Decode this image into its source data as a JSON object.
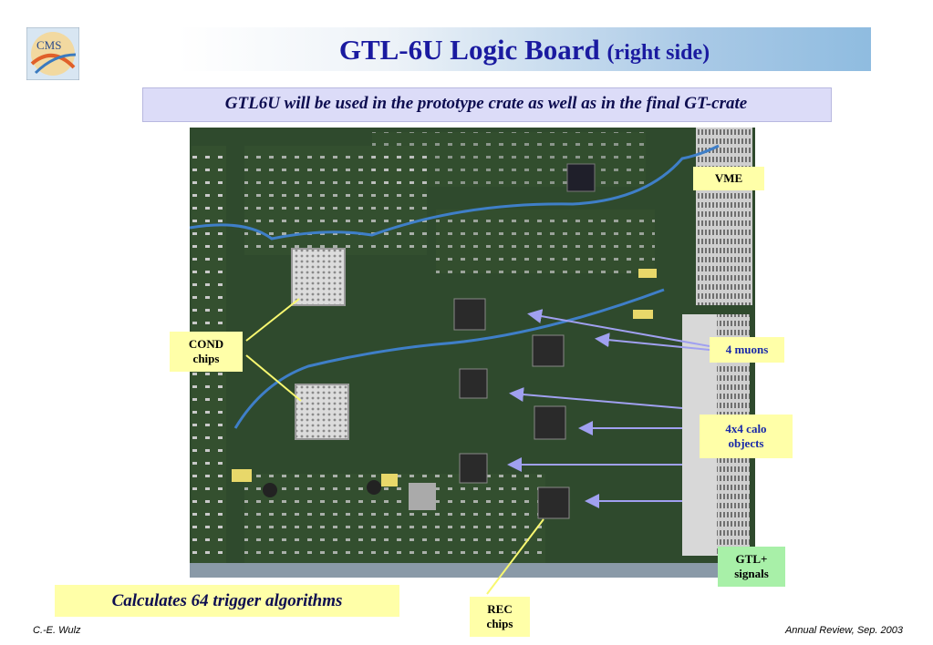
{
  "logo": {
    "text": "CMS"
  },
  "header": {
    "title_main": "GTL-6U Logic Board",
    "title_sub": "(right side)"
  },
  "subtitle": "GTL6U will be used in the prototype crate as well as in the final GT-crate",
  "labels": {
    "vme": "VME",
    "cond_line1": "COND",
    "cond_line2": "chips",
    "muons": "4 muons",
    "calo_line1": "4x4 calo",
    "calo_line2": "objects",
    "gtl_line1": "GTL+",
    "gtl_line2": "signals",
    "rec_line1": "REC",
    "rec_line2": "chips"
  },
  "callout": "Calculates 64 trigger algorithms",
  "footer": {
    "author": "C.-E. Wulz",
    "event": "Annual Review, Sep. 2003"
  },
  "colors": {
    "title": "#1a1aa0",
    "label_bg": "#ffffa8",
    "green_label_bg": "#a8f0a8",
    "arrow": "#a0a0f0",
    "pointer": "#f8f870",
    "board": "#2e4a2c"
  }
}
